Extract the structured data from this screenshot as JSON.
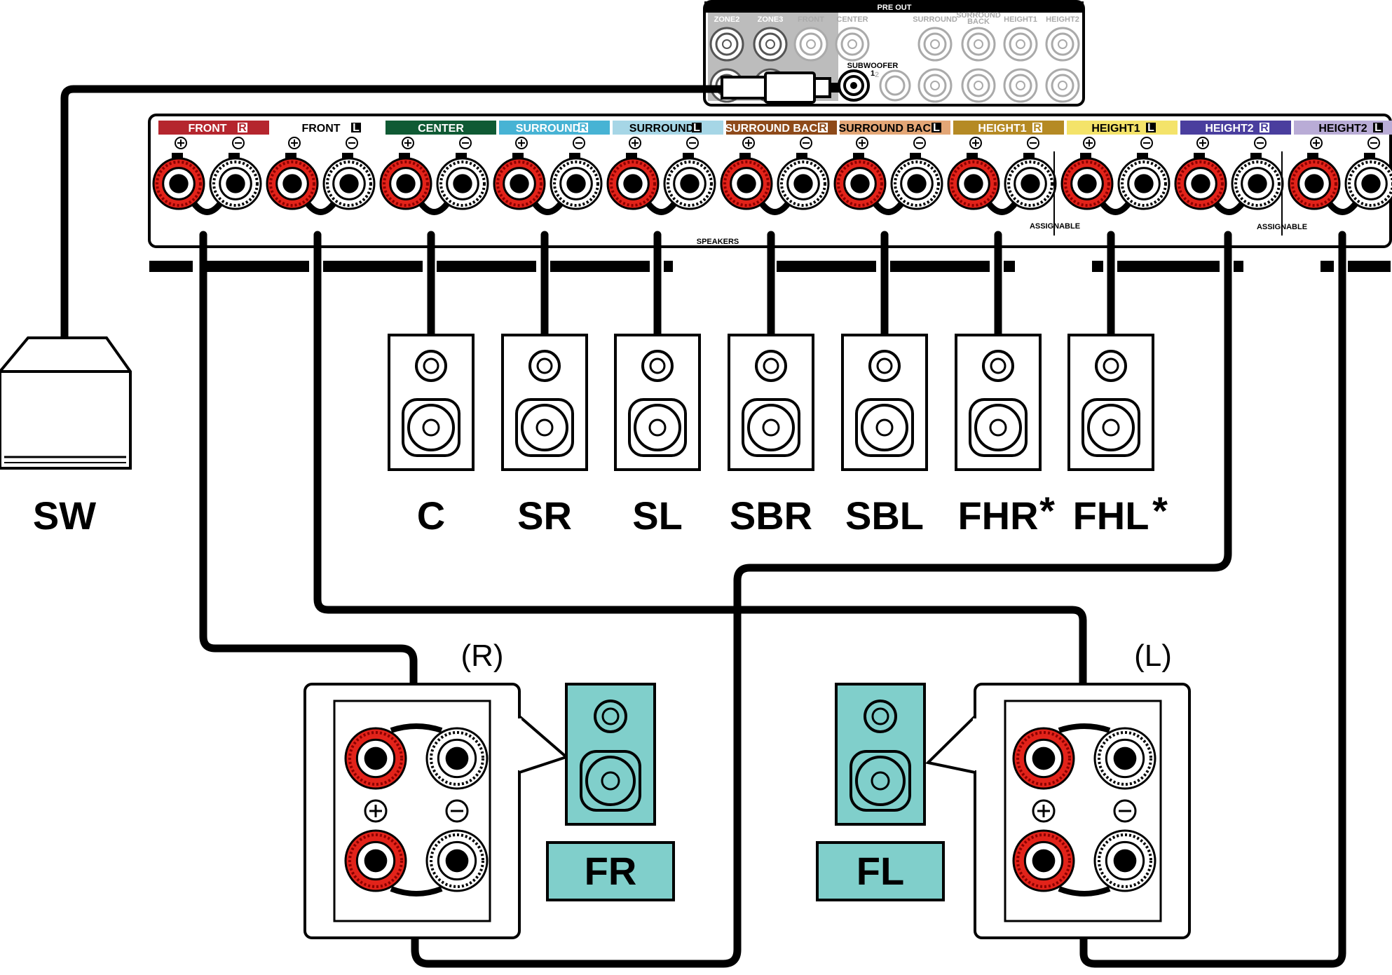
{
  "preout": {
    "title": "PRE OUT",
    "jacks": [
      "ZONE2",
      "ZONE3",
      "FRONT",
      "CENTER",
      "SURROUND",
      "SURROUND BACK",
      "HEIGHT1",
      "HEIGHT2"
    ],
    "subwoofer_label": "SUBWOOFER",
    "subwoofer_nums": [
      "1",
      "2"
    ]
  },
  "speakers_panel": {
    "label": "SPEAKERS",
    "assignable": [
      "ASSIGNABLE",
      "ASSIGNABLE"
    ],
    "channels": [
      {
        "label": "FRONT",
        "side": "R",
        "color": "#b5262e"
      },
      {
        "label": "FRONT",
        "side": "L",
        "color": "#ffffff"
      },
      {
        "label": "CENTER",
        "side": "",
        "color": "#0f5a34"
      },
      {
        "label": "SURROUND",
        "side": "R",
        "color": "#47b3d4"
      },
      {
        "label": "SURROUND",
        "side": "L",
        "color": "#a6d6e6"
      },
      {
        "label": "SURROUND BACK",
        "side": "R",
        "color": "#8e4a1a"
      },
      {
        "label": "SURROUND BACK",
        "side": "L",
        "color": "#e3a676"
      },
      {
        "label": "HEIGHT1",
        "side": "R",
        "color": "#b58a24"
      },
      {
        "label": "HEIGHT1",
        "side": "L",
        "color": "#f4e36a"
      },
      {
        "label": "HEIGHT2",
        "side": "R",
        "color": "#4a3e9e"
      },
      {
        "label": "HEIGHT2",
        "side": "L",
        "color": "#b9acd6"
      }
    ]
  },
  "speakers": [
    {
      "label": "C",
      "asterisk": ""
    },
    {
      "label": "SR",
      "asterisk": ""
    },
    {
      "label": "SL",
      "asterisk": ""
    },
    {
      "label": "SBR",
      "asterisk": ""
    },
    {
      "label": "SBL",
      "asterisk": ""
    },
    {
      "label": "FHR",
      "asterisk": "*"
    },
    {
      "label": "FHL",
      "asterisk": "*"
    }
  ],
  "subwoofer_label": "SW",
  "front_right": {
    "side": "(R)",
    "label": "FR"
  },
  "front_left": {
    "side": "(L)",
    "label": "FL"
  },
  "colors": {
    "terminal_red": "#e2231a",
    "front_speaker_fill": "#80cfcb",
    "preout_bg": "#bcbcbc"
  }
}
